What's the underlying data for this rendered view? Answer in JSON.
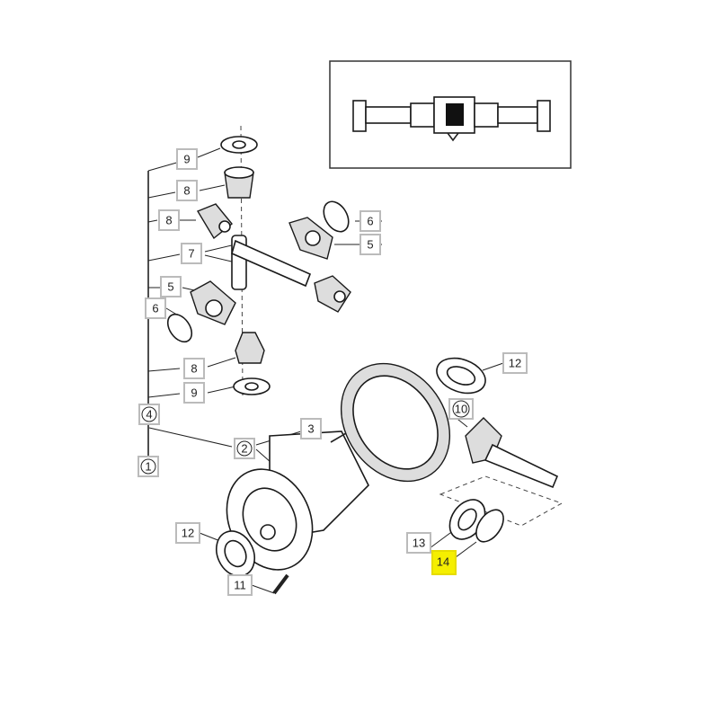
{
  "diagram": {
    "title": "Differential assembly exploded view",
    "highlight_color": "#f5ef00",
    "callouts": [
      {
        "id": "c9a",
        "text": "9"
      },
      {
        "id": "c8a",
        "text": "8"
      },
      {
        "id": "c8b",
        "text": "8"
      },
      {
        "id": "c7",
        "text": "7"
      },
      {
        "id": "c6a",
        "text": "6"
      },
      {
        "id": "c5a",
        "text": "5"
      },
      {
        "id": "c5b",
        "text": "5"
      },
      {
        "id": "c6b",
        "text": "6"
      },
      {
        "id": "c8c",
        "text": "8"
      },
      {
        "id": "c9b",
        "text": "9"
      },
      {
        "id": "c4",
        "text": "4"
      },
      {
        "id": "c1",
        "text": "1"
      },
      {
        "id": "c2",
        "text": "2"
      },
      {
        "id": "c3",
        "text": "3"
      },
      {
        "id": "c12a",
        "text": "12"
      },
      {
        "id": "c10",
        "text": "10"
      },
      {
        "id": "c12b",
        "text": "12"
      },
      {
        "id": "c11",
        "text": "11"
      },
      {
        "id": "c13",
        "text": "13"
      },
      {
        "id": "c14",
        "text": "14",
        "highlighted": true
      }
    ]
  }
}
